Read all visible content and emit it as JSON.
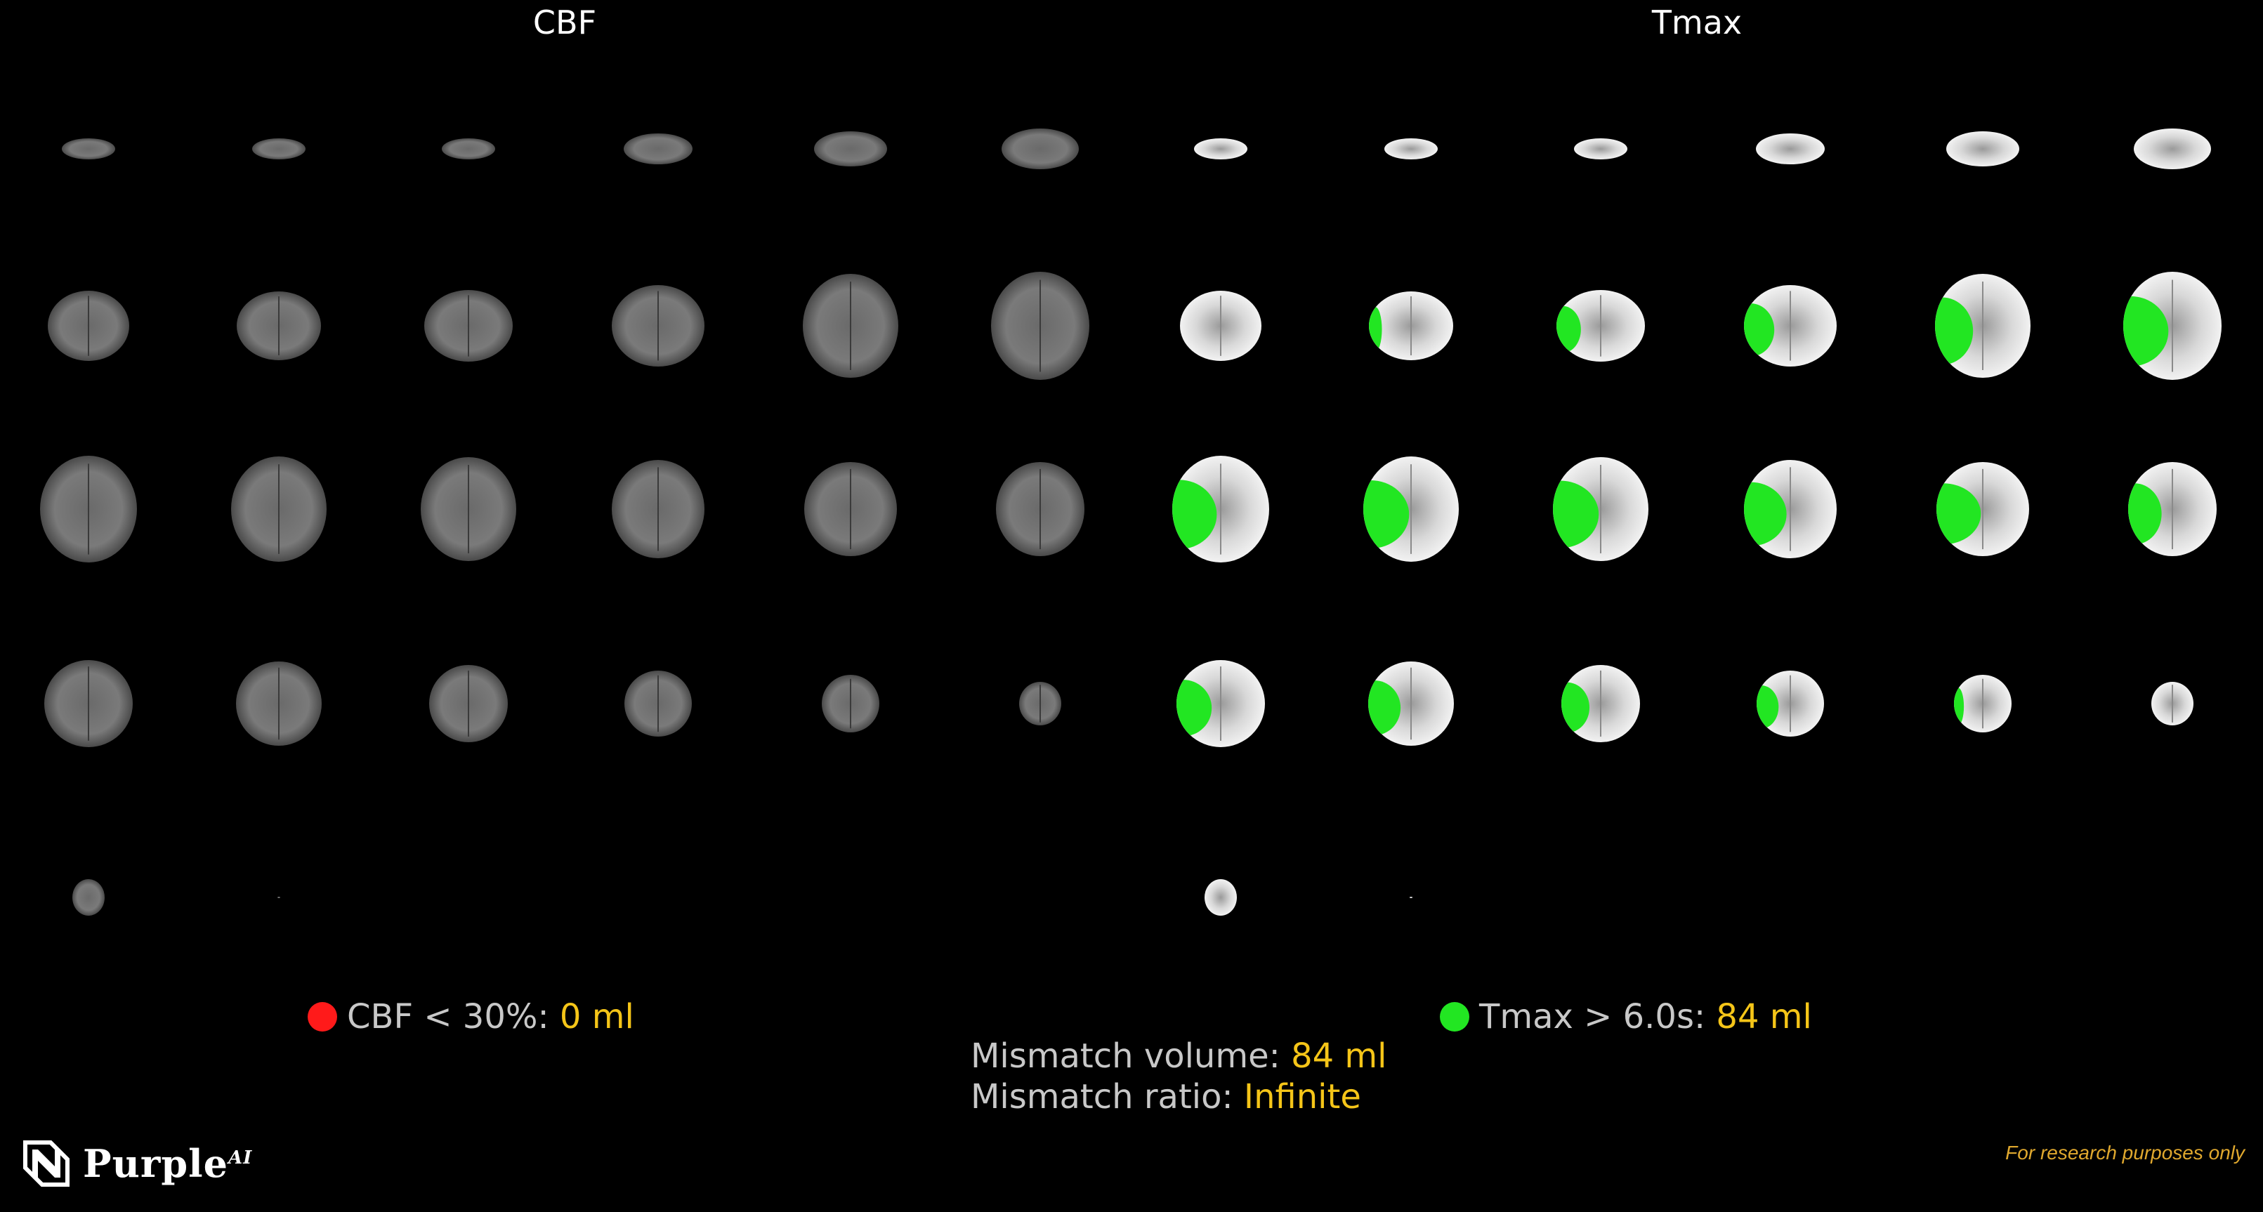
{
  "panels": {
    "cbf_title": "CBF",
    "tmax_title": "Tmax"
  },
  "stats": {
    "cbf_label": "CBF < 30%: ",
    "cbf_value": "0 ml",
    "cbf_color": "#ff1a1a",
    "tmax_label": "Tmax > 6.0s: ",
    "tmax_value": "84 ml",
    "tmax_color": "#22e622",
    "mismatch_volume_label": "Mismatch volume: ",
    "mismatch_volume_value": "84 ml",
    "mismatch_ratio_label": "Mismatch ratio: ",
    "mismatch_ratio_value": "Infinite",
    "value_color": "#f5c518"
  },
  "brand": {
    "logo_name": "Purple",
    "logo_suffix": "AI",
    "logo_icon": "purple-ai-logo-icon"
  },
  "footer": {
    "research_note": "For research purposes only"
  },
  "slices": {
    "per_panel_rows": [
      6,
      6,
      6,
      6,
      2
    ],
    "tmax_lesion_fraction": [
      [
        0,
        0,
        0,
        0,
        0,
        0
      ],
      [
        0,
        0.08,
        0.2,
        0.25,
        0.32,
        0.38
      ],
      [
        0.38,
        0.4,
        0.4,
        0.38,
        0.4,
        0.3
      ],
      [
        0.32,
        0.3,
        0.28,
        0.25,
        0.1,
        0
      ],
      [
        0,
        0
      ]
    ]
  }
}
